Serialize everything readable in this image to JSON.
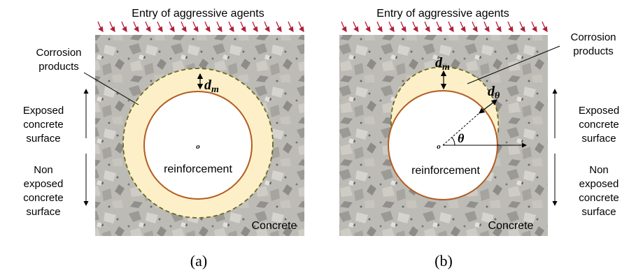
{
  "figure": {
    "panel_a": {
      "caption": "(a)",
      "top_label": "Entry of aggressive agents",
      "corrosion_label_line1": "Corrosion",
      "corrosion_label_line2": "products",
      "dm_label": "d",
      "dm_sub": "m",
      "origin_label": "o",
      "reinforcement_label": "reinforcement",
      "concrete_label": "Concrete",
      "exposed_lines": [
        "Exposed",
        "concrete",
        "surface"
      ],
      "nonexposed_lines": [
        "Non",
        "exposed",
        "concrete",
        "surface"
      ]
    },
    "panel_b": {
      "caption": "(b)",
      "top_label": "Entry of aggressive agents",
      "corrosion_label_line1": "Corrosion",
      "corrosion_label_line2": "products",
      "dm_label": "d",
      "dm_sub": "m",
      "dtheta_label": "d",
      "dtheta_sub": "θ",
      "theta_label": "θ",
      "origin_label": "o",
      "reinforcement_label": "reinforcement",
      "concrete_label": "Concrete",
      "exposed_lines": [
        "Exposed",
        "concrete",
        "surface"
      ],
      "nonexposed_lines": [
        "Non",
        "exposed",
        "concrete",
        "surface"
      ]
    },
    "colors": {
      "corrosion_fill": "#fdf0c8",
      "rebar_outline": "#b35c22",
      "dashed_boundary": "#6b6b1f",
      "arrow_color": "#b0203a"
    }
  }
}
